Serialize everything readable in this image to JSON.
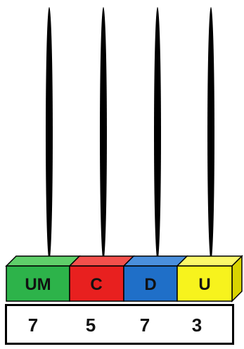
{
  "places": [
    {
      "label": "UM",
      "color": "#2db34a",
      "top_color": "#5fcf6a",
      "label_color": "#111111"
    },
    {
      "label": "C",
      "color": "#e8201f",
      "top_color": "#f3504c",
      "label_color": "#111111"
    },
    {
      "label": "D",
      "color": "#1f6fc8",
      "top_color": "#4a8fdc",
      "label_color": "#111111"
    },
    {
      "label": "U",
      "color": "#f7f31d",
      "top_color": "#fbf86a",
      "label_color": "#111111"
    }
  ],
  "side_color": "#d8d400",
  "rod_color": "#000000",
  "digits": [
    "7",
    "5",
    "7",
    "3"
  ]
}
